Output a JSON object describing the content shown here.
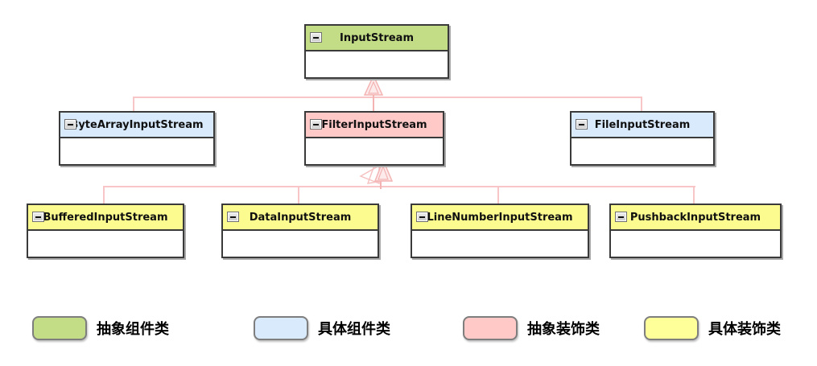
{
  "classes": [
    {
      "name": "InputStream",
      "category": "抽象组件类",
      "color": "#c3dd86"
    },
    {
      "name": "ByteArrayInputStream",
      "category": "具体组件类",
      "color": "#d8eafc"
    },
    {
      "name": "FilterInputStream",
      "category": "抽象装饰类",
      "color": "#ffc9c8"
    },
    {
      "name": "FileInputStream",
      "category": "具体组件类",
      "color": "#d8eafc"
    },
    {
      "name": "BufferedInputStream",
      "category": "具体装饰类",
      "color": "#fbfb8f"
    },
    {
      "name": "DataInputStream",
      "category": "具体装饰类",
      "color": "#fbfb8f"
    },
    {
      "name": "LineNumberInputStream",
      "category": "具体装饰类",
      "color": "#fbfb8f"
    },
    {
      "name": "PushbackInputStream",
      "category": "具体装饰类",
      "color": "#fbfb8f"
    }
  ],
  "relations": [
    {
      "from": "ByteArrayInputStream",
      "to": "InputStream",
      "type": "generalization"
    },
    {
      "from": "FilterInputStream",
      "to": "InputStream",
      "type": "generalization"
    },
    {
      "from": "FileInputStream",
      "to": "InputStream",
      "type": "generalization"
    },
    {
      "from": "BufferedInputStream",
      "to": "FilterInputStream",
      "type": "generalization"
    },
    {
      "from": "DataInputStream",
      "to": "FilterInputStream",
      "type": "generalization"
    },
    {
      "from": "LineNumberInputStream",
      "to": "FilterInputStream",
      "type": "generalization"
    },
    {
      "from": "PushbackInputStream",
      "to": "FilterInputStream",
      "type": "generalization"
    }
  ],
  "legend": [
    {
      "label": "抽象组件类",
      "color": "#c3dd86"
    },
    {
      "label": "具体组件类",
      "color": "#d8eafc"
    },
    {
      "label": "抽象装饰类",
      "color": "#ffc9c8"
    },
    {
      "label": "具体装饰类",
      "color": "#ffff99"
    }
  ],
  "icons": {
    "collapse": "minus-icon"
  },
  "colors": {
    "connector": "#f8c6c6",
    "box_border": "#3a3a3a"
  }
}
